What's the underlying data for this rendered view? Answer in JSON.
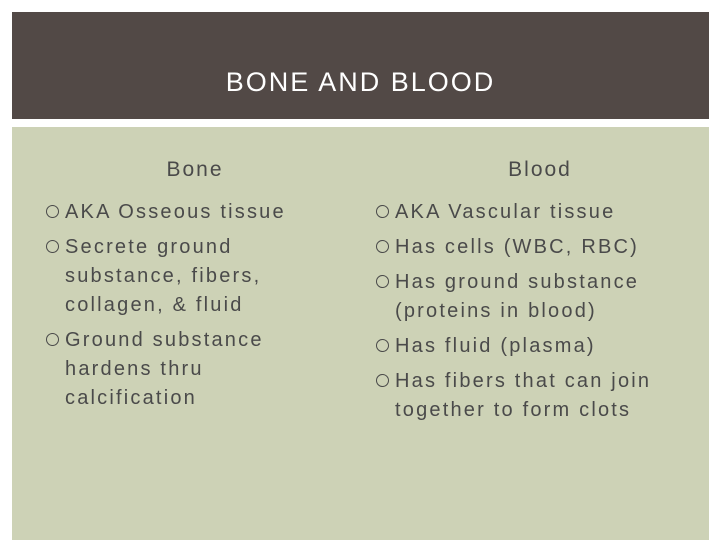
{
  "slide": {
    "title": "BONE AND BLOOD"
  },
  "left_column": {
    "header": "Bone",
    "bullets": [
      {
        "line1": "AKA Osseous tissue",
        "rest": ""
      },
      {
        "line1": "Secrete ground",
        "rest": "substance, fibers, collagen, & fluid"
      },
      {
        "line1": "Ground substance",
        "rest": "hardens thru calcification"
      }
    ]
  },
  "right_column": {
    "header": "Blood",
    "bullets": [
      {
        "line1": "AKA Vascular tissue",
        "rest": ""
      },
      {
        "line1": "Has cells (WBC, RBC)",
        "rest": ""
      },
      {
        "line1": "Has ground substance",
        "rest": "(proteins in blood)"
      },
      {
        "line1": "Has fluid (plasma)",
        "rest": ""
      },
      {
        "line1": "Has fibers that can join",
        "rest": "together to form clots"
      }
    ]
  },
  "colors": {
    "title_band": "#524946",
    "content_panel": "#cdd2b6",
    "text": "#4a4a4a"
  },
  "icons": {
    "bullet": "hollow-circle-icon"
  }
}
